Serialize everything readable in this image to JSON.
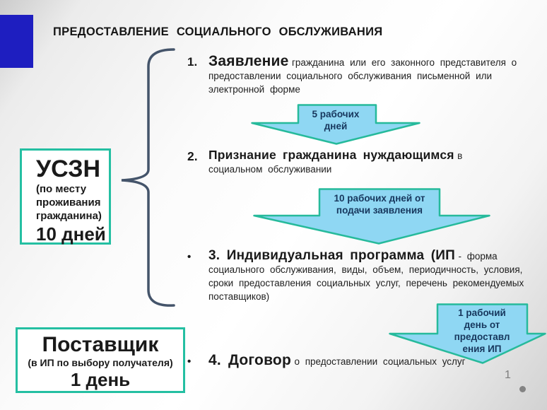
{
  "slide": {
    "title": "ПРЕДОСТАВЛЕНИЕ  СОЦИАЛЬНОГО  ОБСЛУЖИВАНИЯ",
    "page_number": "1"
  },
  "left_boxes": {
    "uszn": {
      "title": "УСЗН",
      "subtitle": "(по месту проживания гражданина)",
      "duration": "10 дней"
    },
    "supplier": {
      "title": "Поставщик",
      "subtitle": "(в ИП по выбору получателя)",
      "duration": "1 день"
    }
  },
  "steps": [
    {
      "marker": "1.",
      "lead": "Заявление",
      "rest": "гражданина  или  его  законного  представителя  о предоставлении  социального  обслуживания  письменной  или электронной  форме"
    },
    {
      "marker": "2.",
      "lead": "Признание  гражданина  нуждающимся",
      "rest": "в социальном  обслуживании"
    },
    {
      "marker": "•",
      "lead": "3. Индивидуальная  программа  (ИП",
      "rest": "- форма социального  обслуживания,  виды,  объем,  периодичность,  условия, сроки  предоставления  социальных  услуг,  перечень  рекомендуемых поставщиков)"
    },
    {
      "marker": "•",
      "lead": "4. Договор",
      "rest": "о предоставлении  социальных  услуг"
    }
  ],
  "arrows": [
    {
      "label": "5 рабочих\nдней"
    },
    {
      "label": "10 рабочих дней от\nподачи заявления"
    },
    {
      "label": "1 рабочий\nдень от\nпредоставл\nения ИП"
    }
  ],
  "colors": {
    "brand_blue": "#1e1ec0",
    "brace": "#44546a",
    "box_border": "#24bfa2",
    "arrow_fill": "#8fd7f3",
    "arrow_stroke": "#26ba9b",
    "arrow_text": "#17375d",
    "text": "#1a1a1a",
    "muted": "#7d7d7d"
  }
}
